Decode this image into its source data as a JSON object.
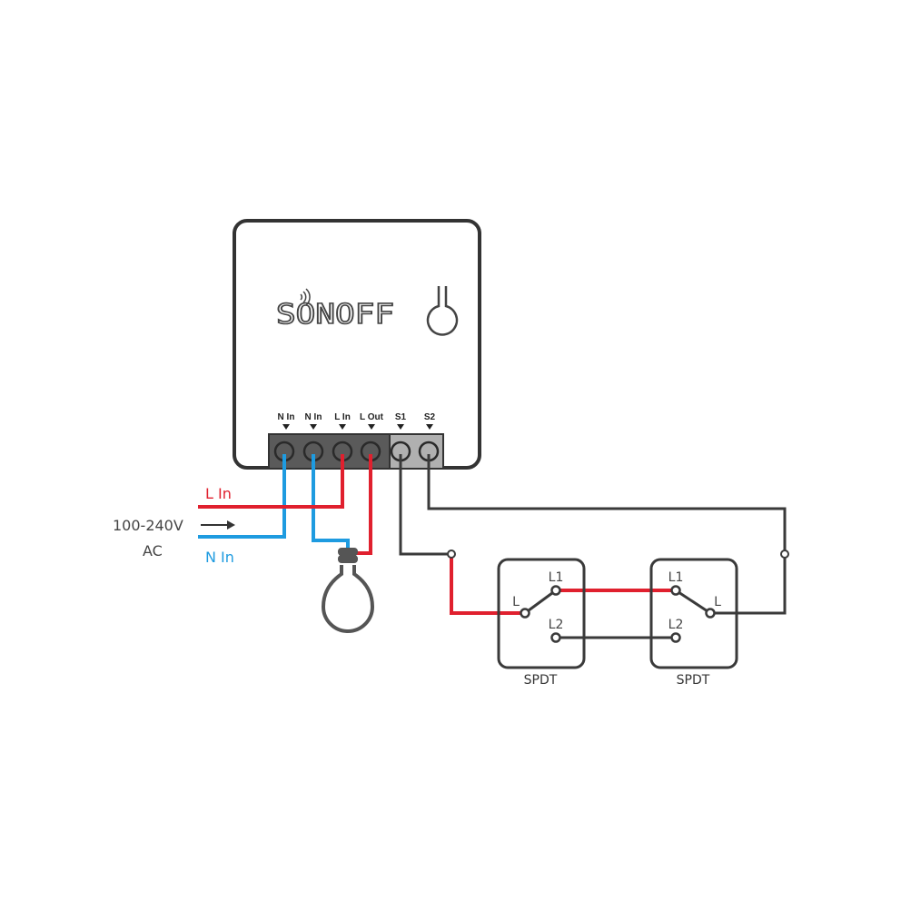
{
  "device": {
    "brand": "SONOFF",
    "terminals": [
      "N In",
      "N In",
      "L In",
      "L Out",
      "S1",
      "S2"
    ]
  },
  "supply": {
    "l_in_label": "L In",
    "n_in_label": "N In",
    "voltage_label": "100-240V",
    "ac_label": "AC"
  },
  "switches": [
    {
      "name": "SPDT",
      "common": "L",
      "l1": "L1",
      "l2": "L2"
    },
    {
      "name": "SPDT",
      "common": "L",
      "l1": "L1",
      "l2": "L2"
    }
  ],
  "colors": {
    "live": "#e0202e",
    "neutral": "#1e9be0",
    "wire": "#3a3a3a"
  }
}
